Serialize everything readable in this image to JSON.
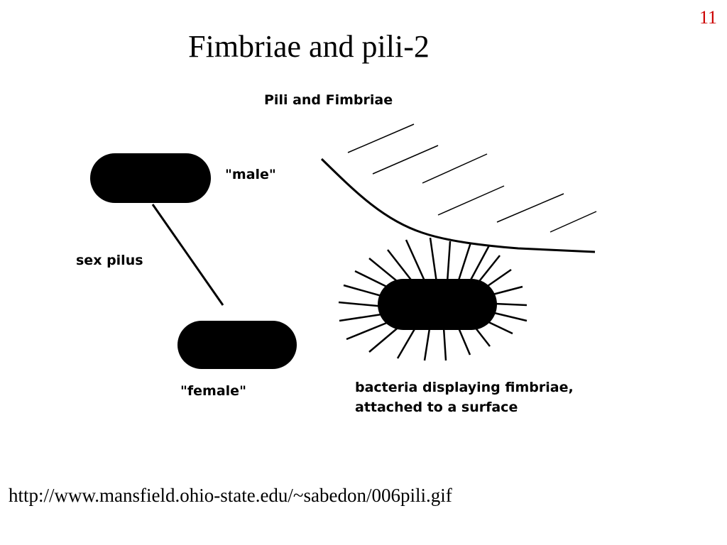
{
  "slide": {
    "number": "11",
    "title": "Fimbriae and pili-2",
    "source_url": "http://www.mansfield.ohio-state.edu/~sabedon/006pili.gif"
  },
  "diagram": {
    "heading": "Pili and Fimbriae",
    "male_label": "\"male\"",
    "female_label": "\"female\"",
    "sex_pilus_label": "sex pilus",
    "fimbriae_caption_line1": "bacteria displaying fimbriae,",
    "fimbriae_caption_line2": "attached to a surface"
  },
  "colors": {
    "slide_number": "#cc0000",
    "ink": "#000000",
    "background": "#ffffff"
  }
}
